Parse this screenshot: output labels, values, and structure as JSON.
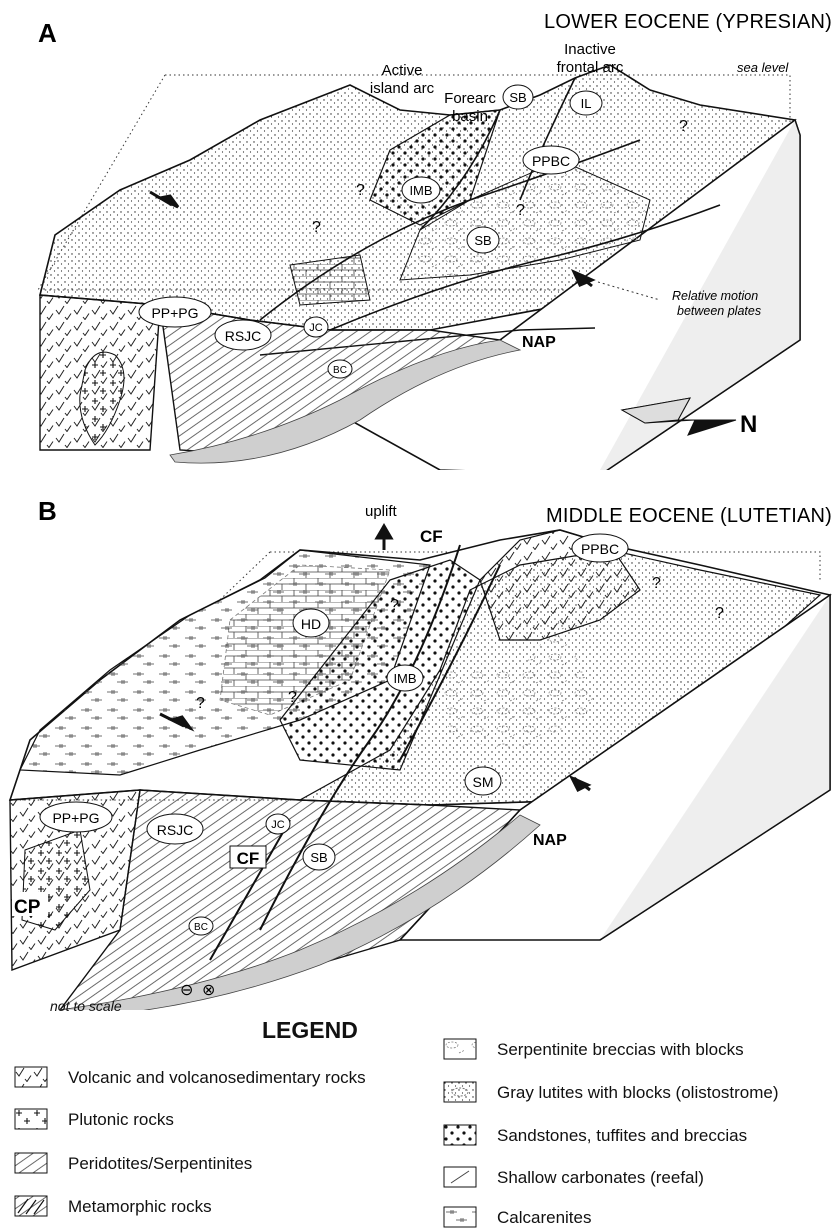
{
  "panel_a": {
    "letter": "A",
    "period": "LOWER EOCENE (YPRESIAN)",
    "labels": {
      "sea_level": "sea level",
      "active_arc_1": "Active",
      "active_arc_2": "island arc",
      "inactive_arc_1": "Inactive",
      "inactive_arc_2": "frontal arc",
      "forearc_1": "Forearc",
      "forearc_2": "basin",
      "relative_motion_1": "Relative motion",
      "relative_motion_2": "between plates",
      "nap": "NAP",
      "north": "N",
      "q": "?"
    },
    "units": {
      "sb": "SB",
      "il": "IL",
      "ppbc": "PPBC",
      "imb": "IMB",
      "sb2": "SB",
      "pp_pg": "PP+PG",
      "rsjc": "RSJC",
      "jc": "JC",
      "bc": "BC"
    }
  },
  "panel_b": {
    "letter": "B",
    "period": "MIDDLE EOCENE (LUTETIAN)",
    "labels": {
      "uplift": "uplift",
      "cf": "CF",
      "cf_lower": "CF",
      "nap": "NAP",
      "cp": "CP",
      "not_to_scale": "not to scale",
      "minus": "⊖",
      "cross": "⊗",
      "q": "?"
    },
    "units": {
      "ppbc": "PPBC",
      "hd": "HD",
      "imb": "IMB",
      "sm": "SM",
      "pp_pg": "PP+PG",
      "rsjc": "RSJC",
      "jc": "JC",
      "sb": "SB",
      "bc": "BC"
    }
  },
  "legend": {
    "title": "LEGEND",
    "items": [
      {
        "label": "Volcanic and volcanosedimentary rocks",
        "pattern": "volcanic"
      },
      {
        "label": "Plutonic rocks",
        "pattern": "plutonic"
      },
      {
        "label": "Peridotites/Serpentinites",
        "pattern": "peridotite"
      },
      {
        "label": "Metamorphic rocks",
        "pattern": "metamorphic"
      },
      {
        "label": "Serpentinite breccias with blocks",
        "pattern": "serp-breccia"
      },
      {
        "label": "Gray lutites with blocks (olistostrome)",
        "pattern": "lutites"
      },
      {
        "label": "Sandstones, tuffites and breccias",
        "pattern": "sandstone"
      },
      {
        "label": "Shallow carbonates (reefal)",
        "pattern": "carbonate"
      },
      {
        "label": "Calcarenites",
        "pattern": "calcarenite"
      }
    ]
  }
}
